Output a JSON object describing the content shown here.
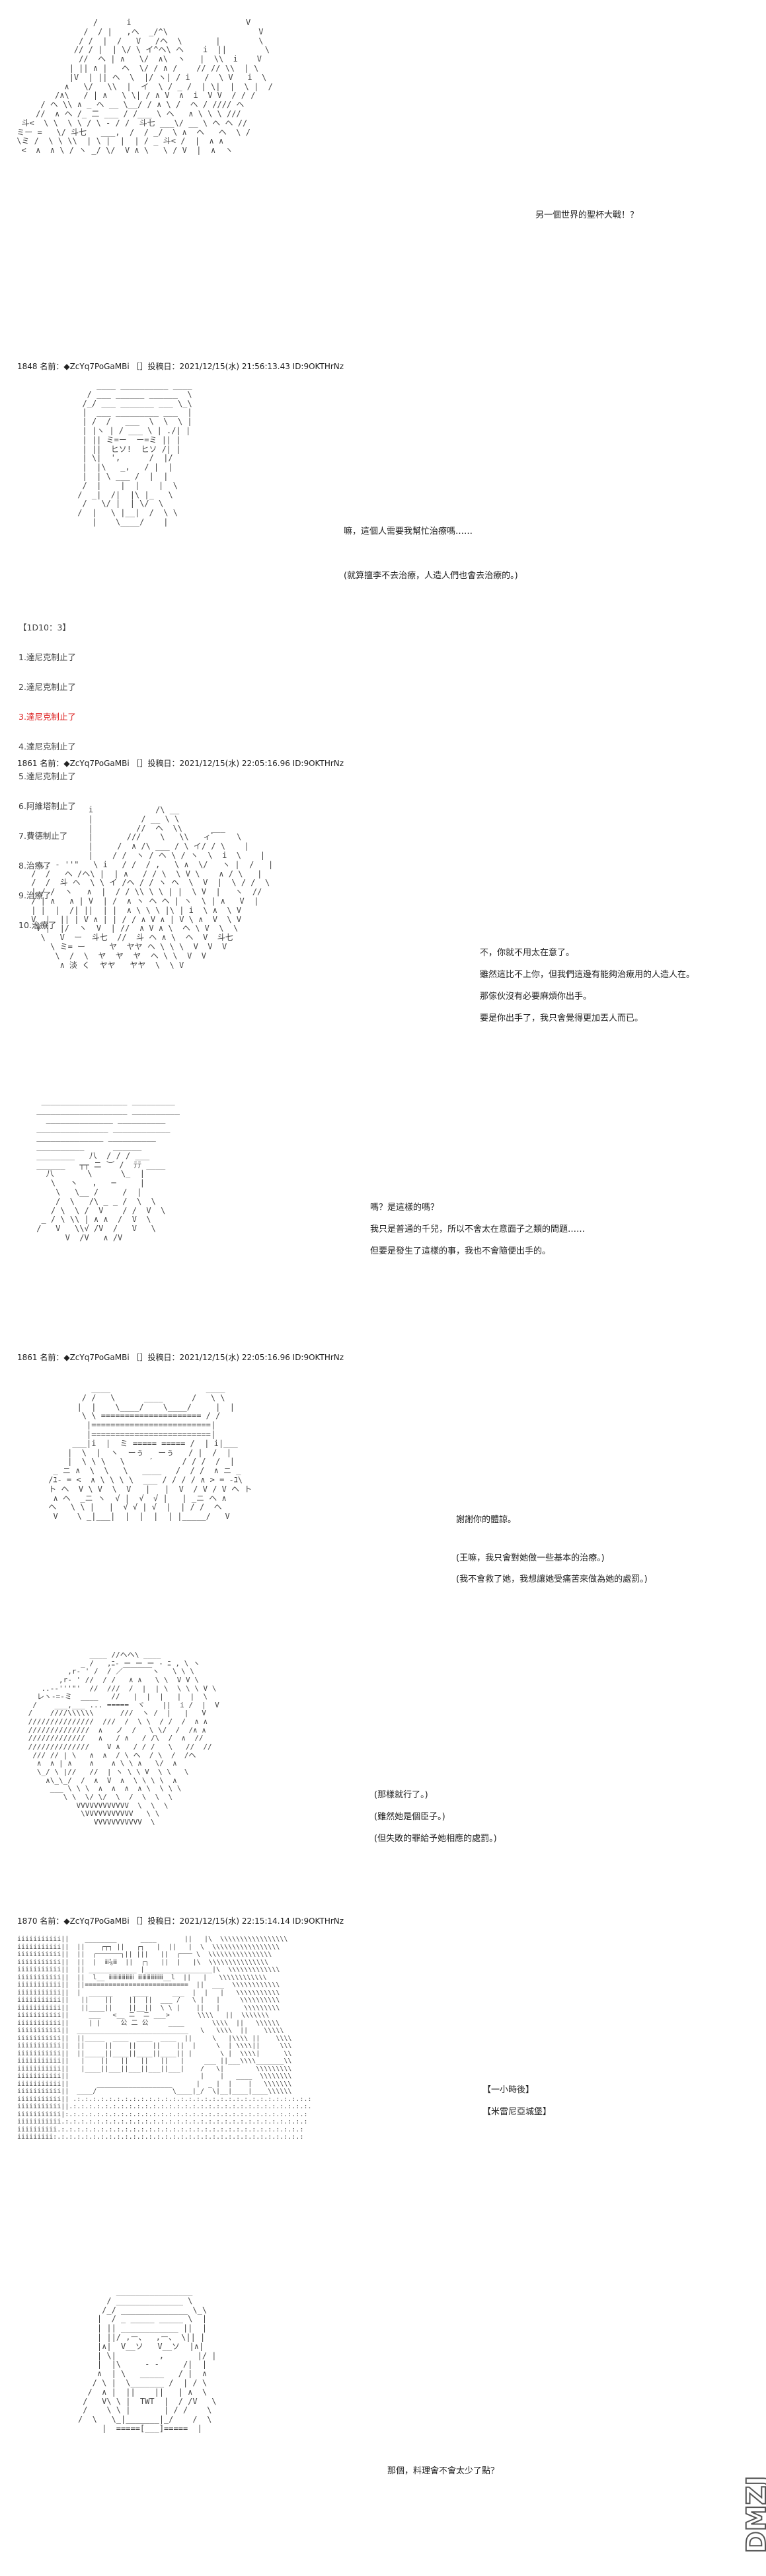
{
  "posts": [
    {
      "header": "1848 名前：◆ZcYq7PoGaMBi ［］投稿日：2021/12/15(水) 21:56:13.43 ID:9OKTHrNz"
    },
    {
      "header": "1861 名前：◆ZcYq7PoGaMBi ［］投稿日：2021/12/15(水) 22:05:16.96 ID:9OKTHrNz"
    },
    {
      "header": "1861 名前：◆ZcYq7PoGaMBi ［］投稿日：2021/12/15(水) 22:05:16.96 ID:9OKTHrNz"
    },
    {
      "header": "1870 名前：◆ZcYq7PoGaMBi ［］投稿日：2021/12/15(水) 22:15:14.14 ID:9OKTHrNz"
    }
  ],
  "dialogs": {
    "d1": "另一個世界的聖杯大戰！？",
    "d2": "嘛，這個人需要我幫忙治療嗎……",
    "d3": "(就算擅李不去治療，人造人們也會去治療的。)",
    "d4": "不，你就不用太在意了。",
    "d5": "雖然這比不上你，但我們這邊有能夠治療用的人造人在。",
    "d6": "那傢伙沒有必要麻煩你出手。",
    "d7": "要是你出手了，我只會覺得更加丟人而已。",
    "d8": "嗎？是這樣的嗎？",
    "d9": "我只是普通的千兒，所以不會太在意面子之類的問題……",
    "d10": "但要是發生了這樣的事，我也不會隨便出手的。",
    "d11": "謝謝你的體諒。",
    "d12": "(王嘛，我只會對她做一些基本的治療。)",
    "d13": "(我不會救了她，我想讓她受痛苦來做為她的處罰。)",
    "d14": "(那樣就行了。)",
    "d15": "(雖然她是個臣子。)",
    "d16": "(但失敗的罪給予她相應的處罰。)",
    "d17": "【一小時後】",
    "d18": "【米雷尼亞城堡】",
    "d19": "那個，料理會不會太少了點？"
  },
  "vote": {
    "title": "【1D10：3】",
    "items": [
      "1.達尼克制止了",
      "2.達尼克制止了",
      "3.達尼克制止了",
      "4.達尼克制止了",
      "5.達尼克制止了",
      "6.阿維塔制止了",
      "7.費德制止了",
      "8.治療了",
      "9.治療了",
      "10.治療了"
    ]
  },
  "logo_text": "DMZJ"
}
